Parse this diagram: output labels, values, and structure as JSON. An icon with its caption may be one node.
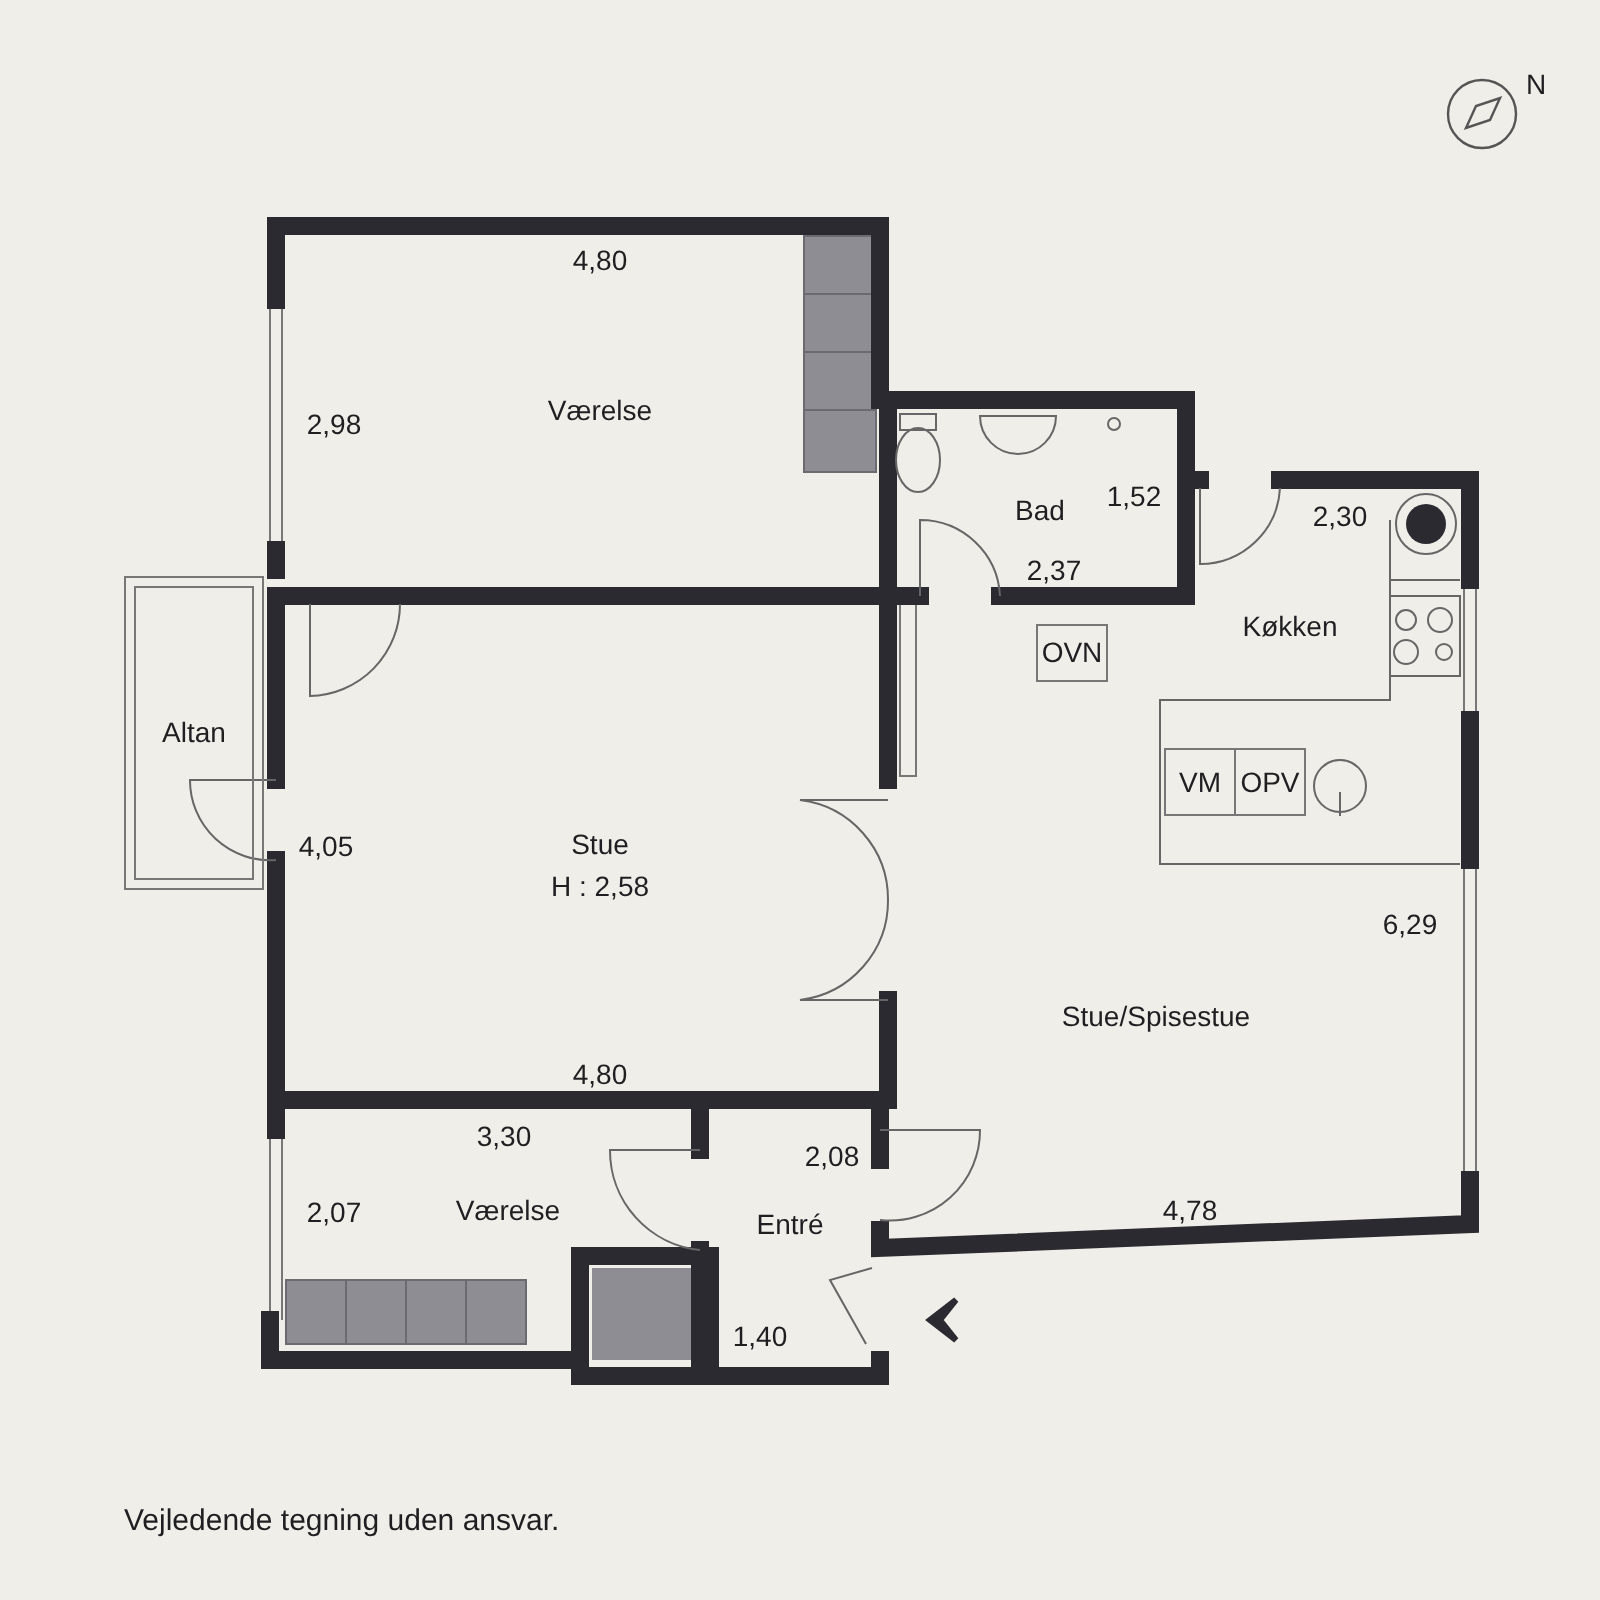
{
  "diagram": {
    "caption": "Vejledende tegning uden ansvar.",
    "nodes": [
      {
        "text": [
          "Altan"
        ]
      },
      {
        "text": [
          "OVN"
        ]
      },
      {
        "text": [
          "VM"
        ]
      },
      {
        "text": [
          "OPV"
        ]
      }
    ],
    "labels": [
      "N",
      "4,80",
      "Værelse",
      "2,98",
      "Bad",
      "1,52",
      "2,37",
      "2,30",
      "Køkken",
      "4,05",
      "Stue",
      "H : 2,58",
      "6,29",
      "Stue/Spisestue",
      "4,80",
      "3,30",
      "2,08",
      "2,07",
      "Værelse",
      "4,78",
      "Entré",
      "1,40"
    ]
  }
}
